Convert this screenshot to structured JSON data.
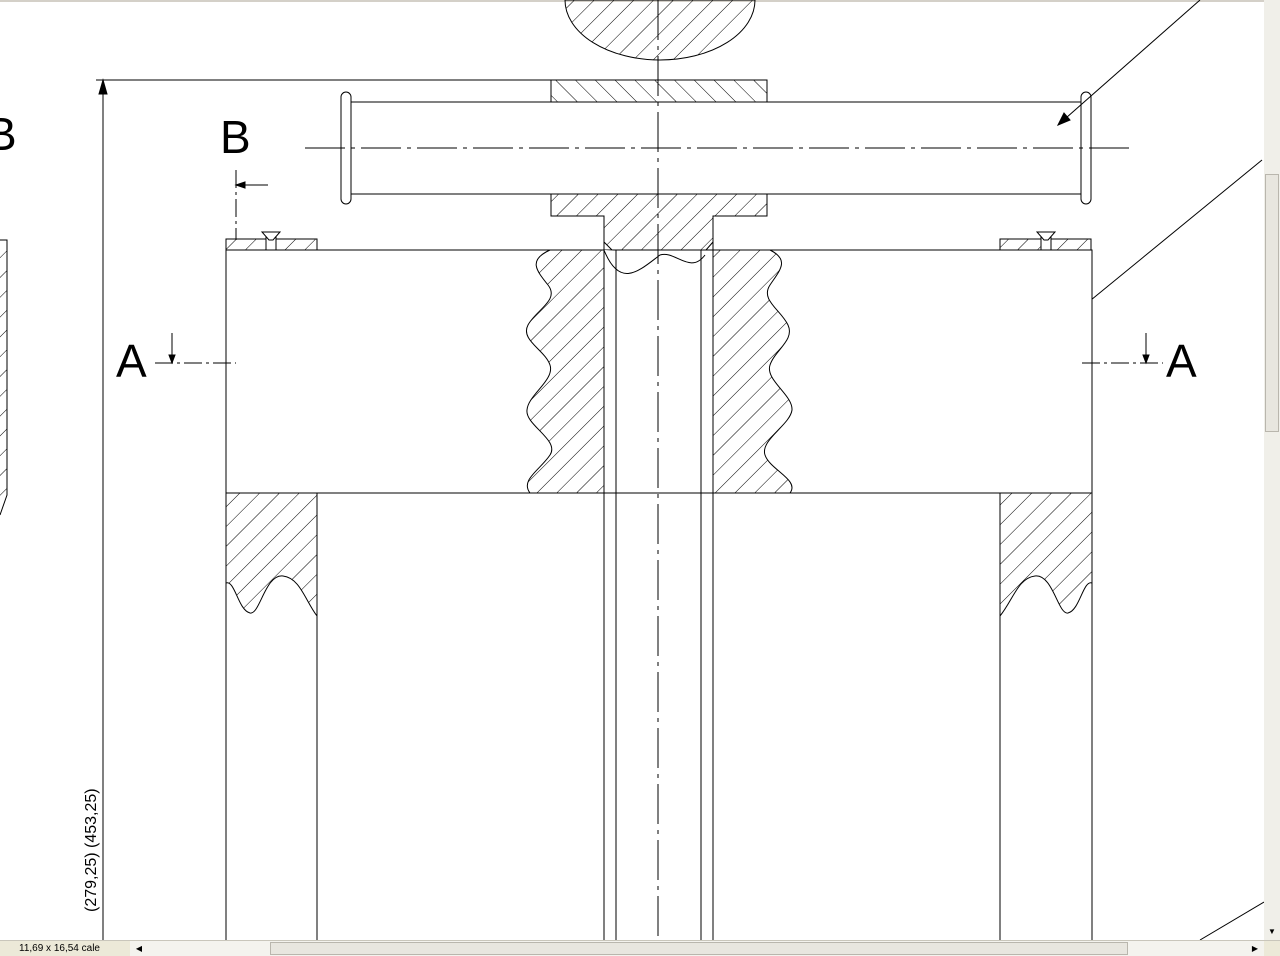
{
  "drawing": {
    "section_labels": {
      "a_left": "A",
      "a_right": "A",
      "b": "B",
      "b_partial": "B"
    },
    "dimension_text": "(279,25)  (453,25)"
  },
  "statusbar": {
    "sheet_size": "11,69 x 16,54 cale"
  },
  "icons": {
    "scroll_left": "arrow-left-icon",
    "scroll_right": "arrow-right-icon",
    "scroll_down": "arrow-down-icon"
  }
}
